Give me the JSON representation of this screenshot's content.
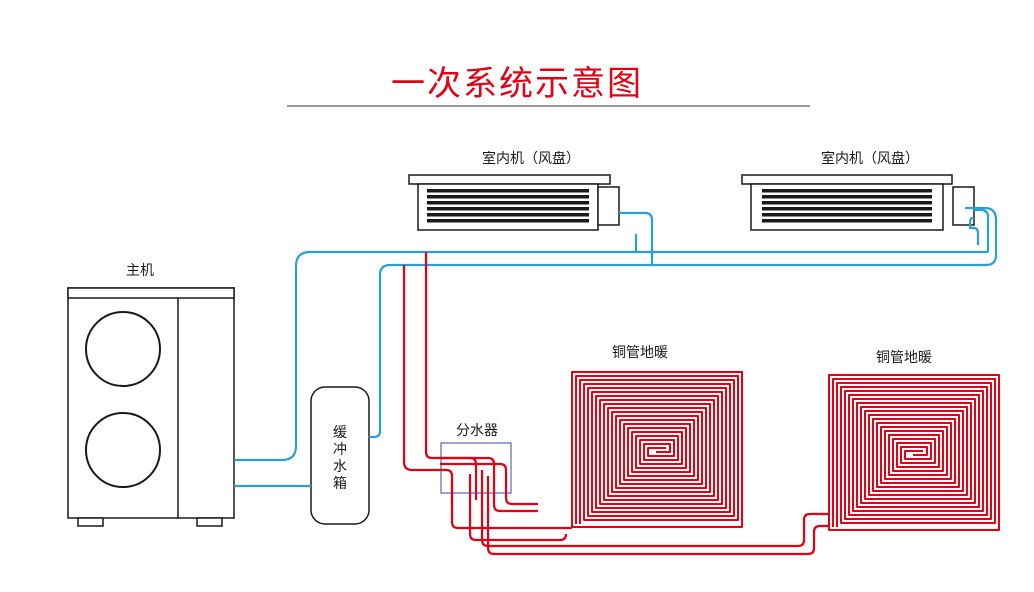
{
  "title": "一次系统示意图",
  "labels": {
    "host": "主机",
    "indoor_unit_1": "室内机（风盘）",
    "indoor_unit_2": "室内机（风盘）",
    "buffer_tank": [
      "缓",
      "冲",
      "水",
      "箱"
    ],
    "manifold": "分水器",
    "floor_heating_1": "铜管地暖",
    "floor_heating_2": "铜管地暖"
  },
  "colors": {
    "title": "#e60012",
    "blue_pipe": "#2a9fd6",
    "red_pipe": "#e60012",
    "outline": "#1a1a1a",
    "manifold_box": "#3a4aa0"
  }
}
